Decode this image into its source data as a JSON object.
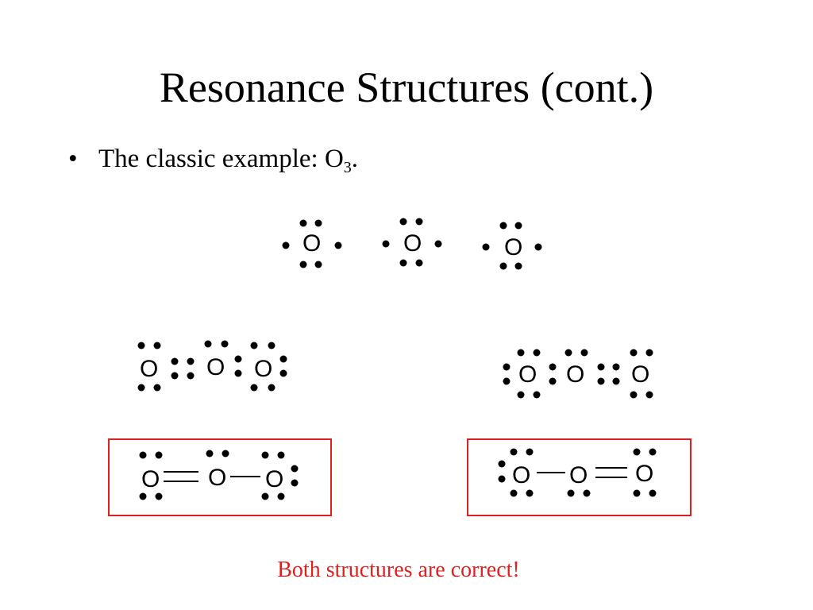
{
  "title": "Resonance Structures (cont.)",
  "bullet": {
    "text": "The classic example:  O",
    "subscript": "3",
    "suffix": "."
  },
  "atom_symbol": "O",
  "caption": "Both structures are correct!",
  "colors": {
    "text": "#000000",
    "accent": "#e02020"
  }
}
